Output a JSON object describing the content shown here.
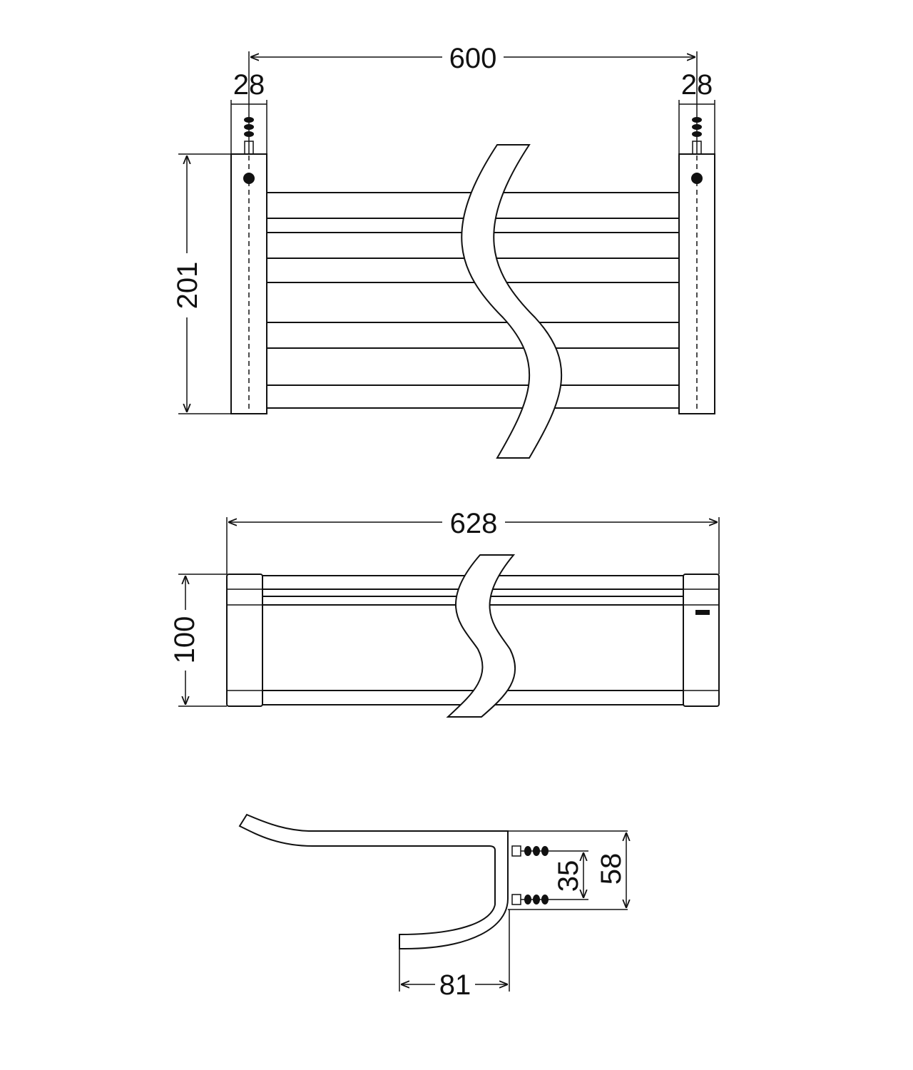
{
  "views": {
    "front": {
      "dim_width": "600",
      "dim_bracket_left": "28",
      "dim_bracket_right": "28",
      "dim_height": "201"
    },
    "top": {
      "dim_length": "628",
      "dim_depth": "100"
    },
    "side": {
      "dim_screw_spacing": "35",
      "dim_mount_height": "58",
      "dim_projection": "81"
    }
  },
  "colors": {
    "line": "#111111",
    "background": "#ffffff"
  }
}
